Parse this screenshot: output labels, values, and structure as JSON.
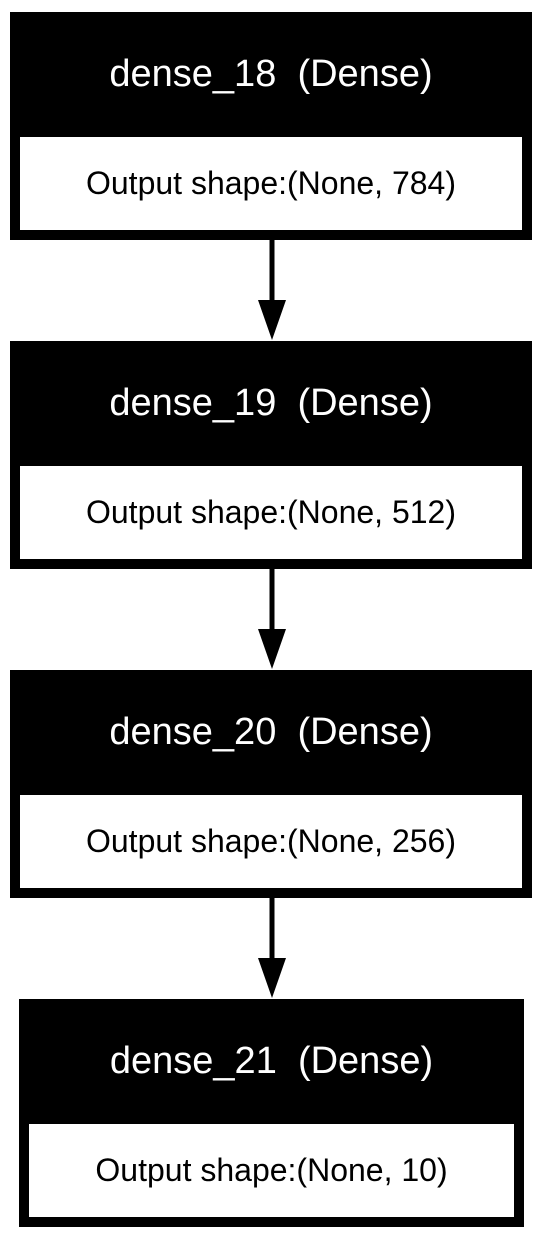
{
  "diagram": {
    "nodes": [
      {
        "name": "dense_18",
        "type": "(Dense)",
        "output_label": "Output shape:",
        "output_value": "(None, 784)"
      },
      {
        "name": "dense_19",
        "type": "(Dense)",
        "output_label": "Output shape:",
        "output_value": "(None, 512)"
      },
      {
        "name": "dense_20",
        "type": "(Dense)",
        "output_label": "Output shape:",
        "output_value": "(None, 256)"
      },
      {
        "name": "dense_21",
        "type": "(Dense)",
        "output_label": "Output shape:",
        "output_value": "(None, 10)"
      }
    ],
    "edges": [
      {
        "from": "dense_18",
        "to": "dense_19"
      },
      {
        "from": "dense_19",
        "to": "dense_20"
      },
      {
        "from": "dense_20",
        "to": "dense_21"
      }
    ]
  }
}
